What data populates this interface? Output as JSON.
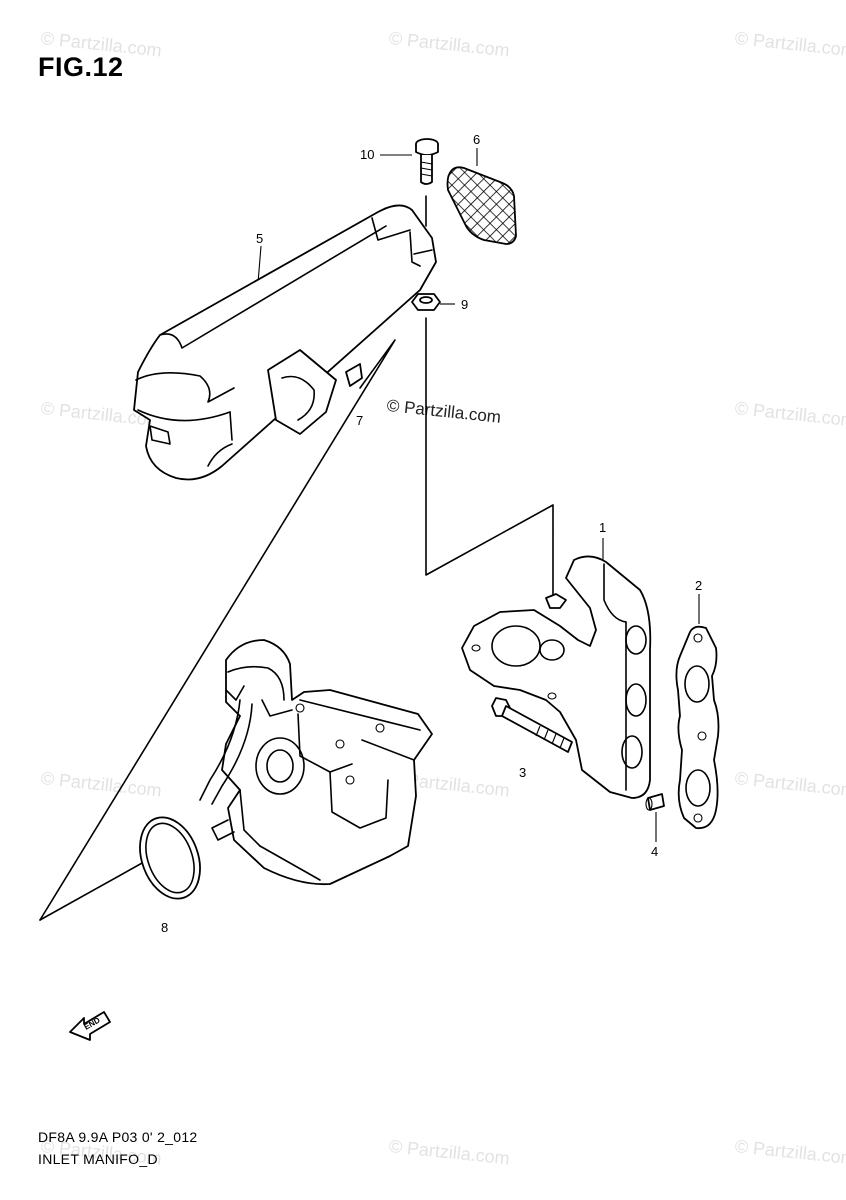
{
  "figure": {
    "title": "FIG.12"
  },
  "watermark": {
    "text": "© Partzilla.com",
    "center_text": "© Partzilla.com"
  },
  "callouts": {
    "c1": "1",
    "c2": "2",
    "c3": "3",
    "c4": "4",
    "c5": "5",
    "c6": "6",
    "c7": "7",
    "c8": "8",
    "c9": "9",
    "c10": "10"
  },
  "end_arrow": {
    "label": "END"
  },
  "footer": {
    "code": "DF8A 9.9A P03 0' 2_012",
    "name": "INLET MANIFO_D"
  }
}
